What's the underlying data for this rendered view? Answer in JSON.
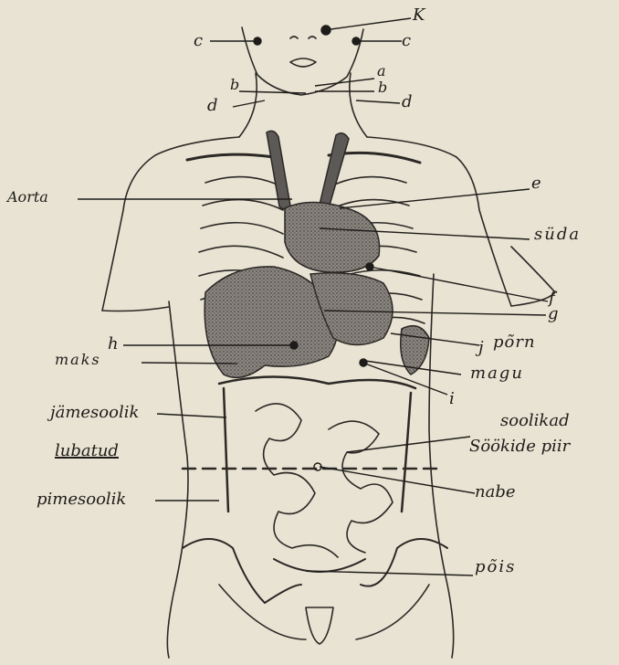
{
  "labels": {
    "k": "K",
    "c_left": "c",
    "c_right": "c",
    "a": "a",
    "b_left": "b",
    "b_right": "b",
    "d_left": "d",
    "d_right": "d",
    "aorta": "Aorta",
    "e": "e",
    "suda": "süda",
    "f": "f",
    "g": "g",
    "h": "h",
    "j": "j",
    "porn": "põrn",
    "maks": "maks",
    "magu": "magu",
    "i": "i",
    "jamesoolik": "jämesoolik",
    "soolikad": "soolikad",
    "lubatud": "lubatud",
    "sookide_piir": "Söökide piir",
    "nabe": "nabe",
    "pimesoolik": "pimesoolik",
    "pois": "põis"
  },
  "colors": {
    "paper": "#e8e3d2",
    "ink": "#1e1c1a",
    "organ_fill": "#6e6a66"
  }
}
